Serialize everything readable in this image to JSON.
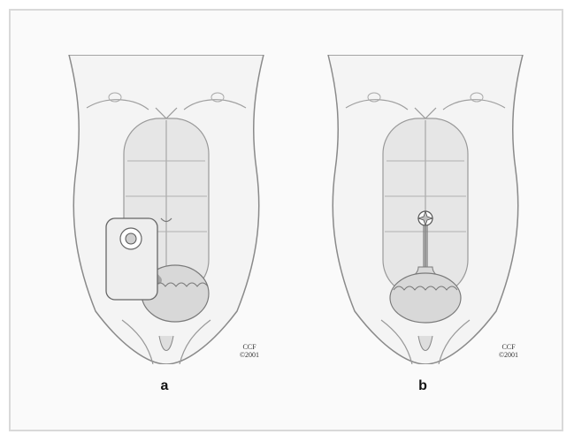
{
  "figure": {
    "panels": [
      {
        "label": "a",
        "credit_line1": "CCF",
        "credit_line2": "©2001",
        "depicts": "abdominal-stoma-with-pouch"
      },
      {
        "label": "b",
        "credit_line1": "CCF",
        "credit_line2": "©2001",
        "depicts": "umbilical-continent-stoma"
      }
    ],
    "colors": {
      "background": "#fafafa",
      "frame_border": "#d9d9d9",
      "skin_outline": "#8a8a8a",
      "organ_fill": "#e6e6e6"
    }
  }
}
